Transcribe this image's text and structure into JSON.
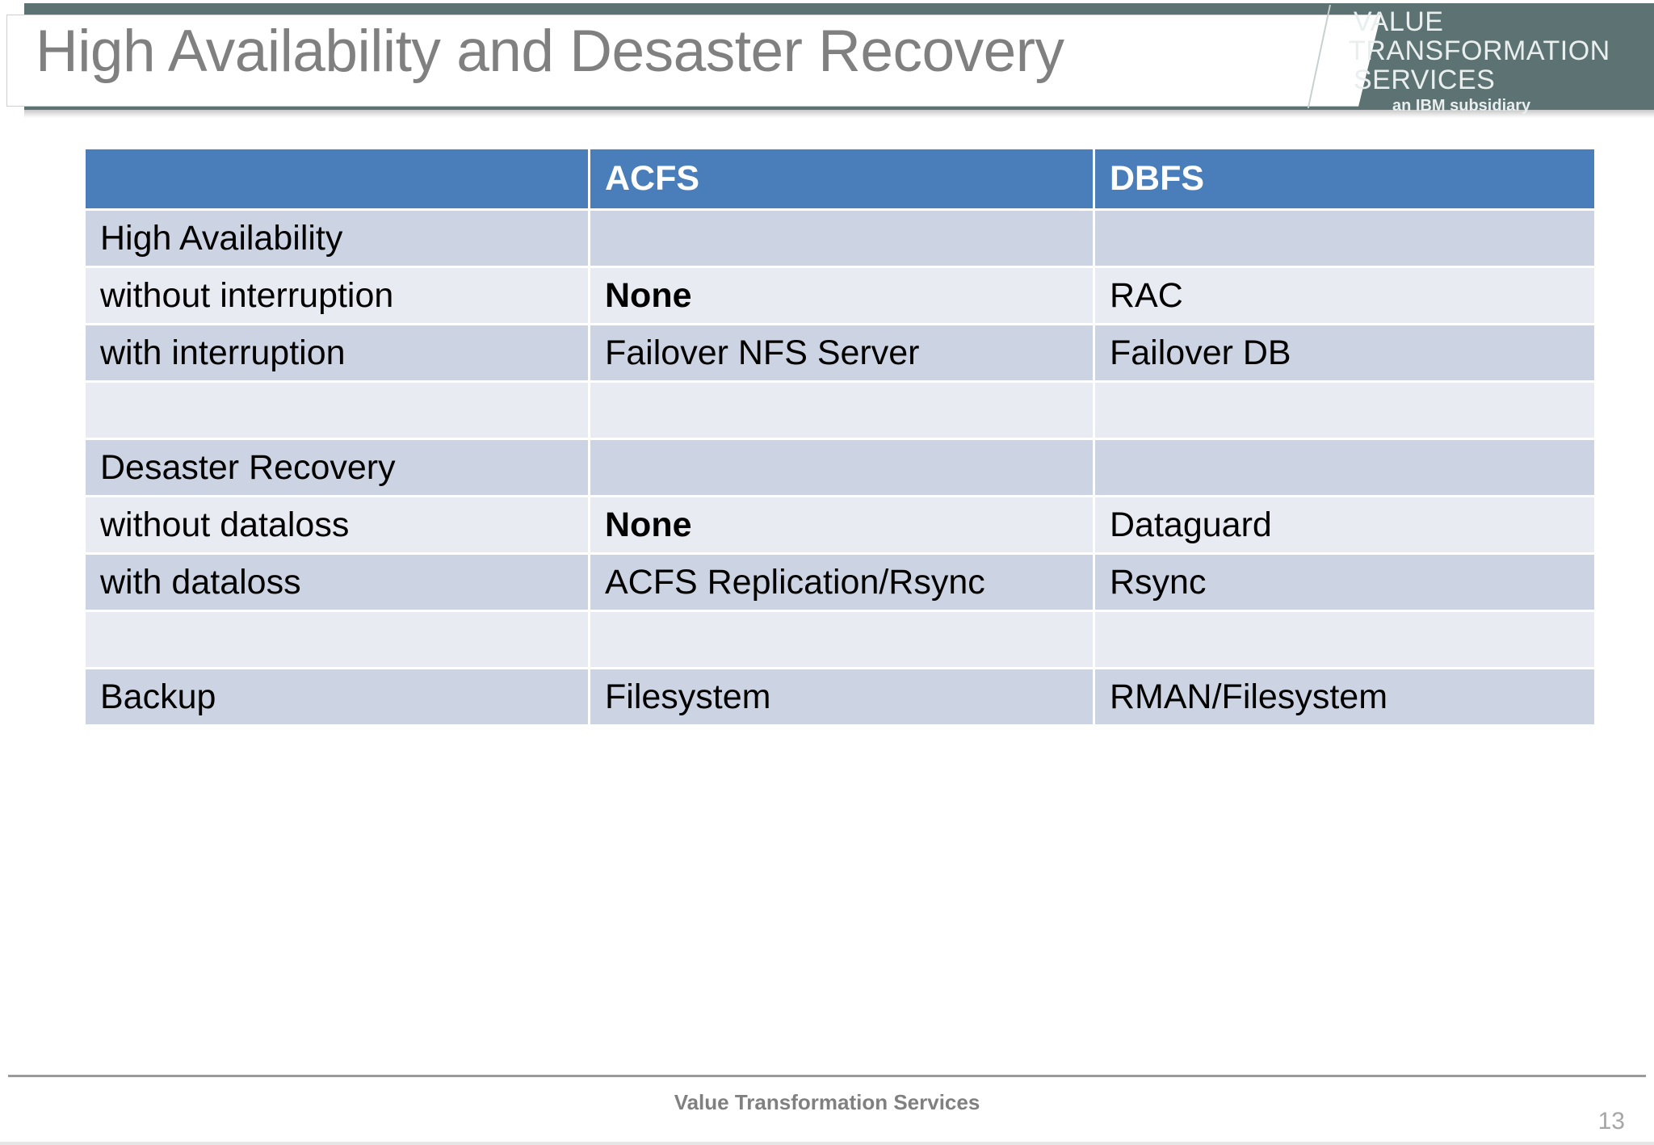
{
  "slide": {
    "title": "High Availability and Desaster Recovery",
    "page_number": "13",
    "footer_text": "Value Transformation Services",
    "colors": {
      "header_band": "#5d7272",
      "table_header_blue": "#4a7ebb",
      "row_band_dark": "#ccd4e4",
      "row_band_light": "#e9ebf3",
      "title_text": "#808080",
      "accent_red": "#ff0000"
    }
  },
  "logo": {
    "line1": "VALUE",
    "line2": "TRANSFORMATION",
    "line3": "SERVICES",
    "tagline": "an IBM subsidiary"
  },
  "table": {
    "headers": [
      "",
      "ACFS",
      "DBFS"
    ],
    "rows": [
      {
        "cells": [
          "High Availability",
          "",
          ""
        ],
        "band": "band-a",
        "indent": false,
        "highlight": [
          false,
          false,
          false
        ]
      },
      {
        "cells": [
          "without interruption",
          "None",
          "RAC"
        ],
        "band": "band-b",
        "indent": true,
        "highlight": [
          false,
          true,
          false
        ]
      },
      {
        "cells": [
          "with interruption",
          "Failover NFS Server",
          "Failover DB"
        ],
        "band": "band-a",
        "indent": true,
        "highlight": [
          false,
          false,
          false
        ]
      },
      {
        "cells": [
          "",
          "",
          ""
        ],
        "band": "band-b",
        "indent": false,
        "highlight": [
          false,
          false,
          false
        ]
      },
      {
        "cells": [
          "Desaster Recovery",
          "",
          ""
        ],
        "band": "band-a",
        "indent": false,
        "highlight": [
          false,
          false,
          false
        ]
      },
      {
        "cells": [
          "without dataloss",
          "None",
          "Dataguard"
        ],
        "band": "band-b",
        "indent": true,
        "highlight": [
          false,
          true,
          false
        ]
      },
      {
        "cells": [
          "with dataloss",
          "ACFS Replication/Rsync",
          "Rsync"
        ],
        "band": "band-a",
        "indent": true,
        "highlight": [
          false,
          false,
          false
        ]
      },
      {
        "cells": [
          "",
          "",
          ""
        ],
        "band": "band-b",
        "indent": false,
        "highlight": [
          false,
          false,
          false
        ]
      },
      {
        "cells": [
          "Backup",
          "Filesystem",
          "RMAN/Filesystem"
        ],
        "band": "band-a",
        "indent": false,
        "highlight": [
          false,
          false,
          false
        ]
      }
    ]
  }
}
